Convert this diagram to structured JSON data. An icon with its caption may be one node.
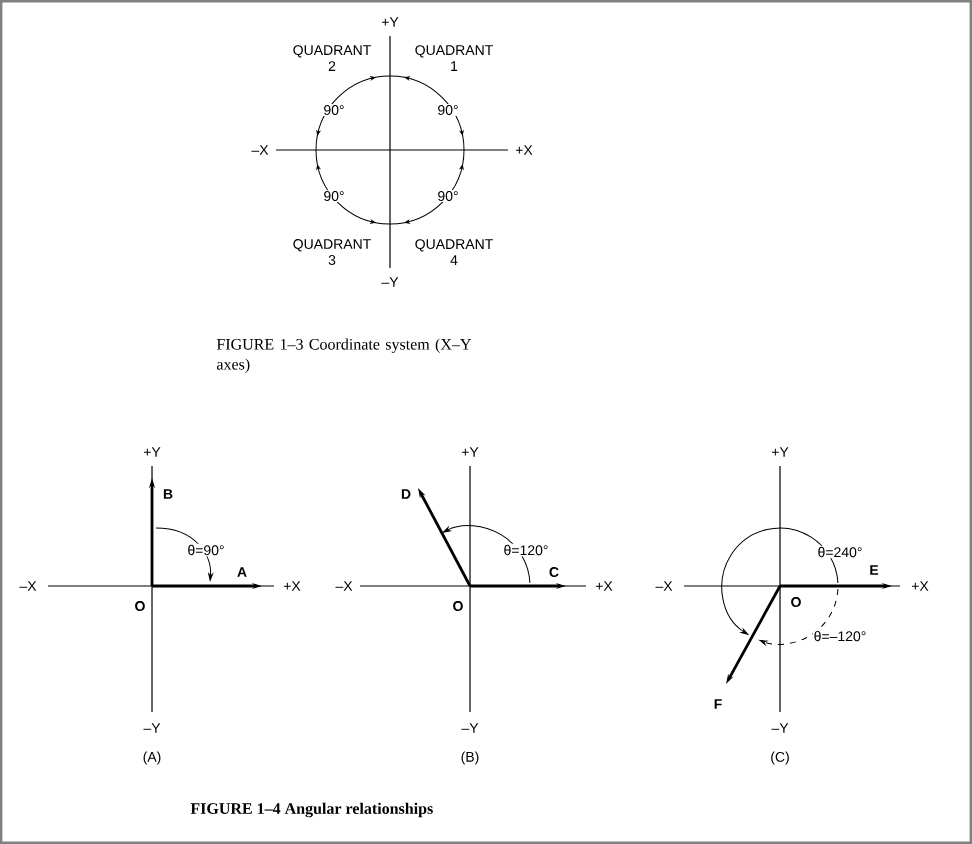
{
  "diagram": {
    "labels": [
      "+Y",
      "QUADRANT 2",
      "QUADRANT 1",
      "90°",
      "90°",
      "–X",
      "+X",
      "90°",
      "90°",
      "QUADRANT 3",
      "QUADRANT 4",
      "–Y",
      "FIGURE 1–3 Coordinate system (X–Y axes)",
      "+Y",
      "B",
      "θ=90°",
      "–X",
      "A",
      "+X",
      "O",
      "–Y",
      "(A)",
      "+Y",
      "D",
      "θ=120°",
      "–X",
      "C",
      "+X",
      "O",
      "–Y",
      "(B)",
      "+Y",
      "θ=240°",
      "–X",
      "E",
      "+X",
      "O",
      "θ=–120°",
      "F",
      "–Y",
      "(C)",
      "FIGURE 1–4 Angular relationships"
    ]
  }
}
